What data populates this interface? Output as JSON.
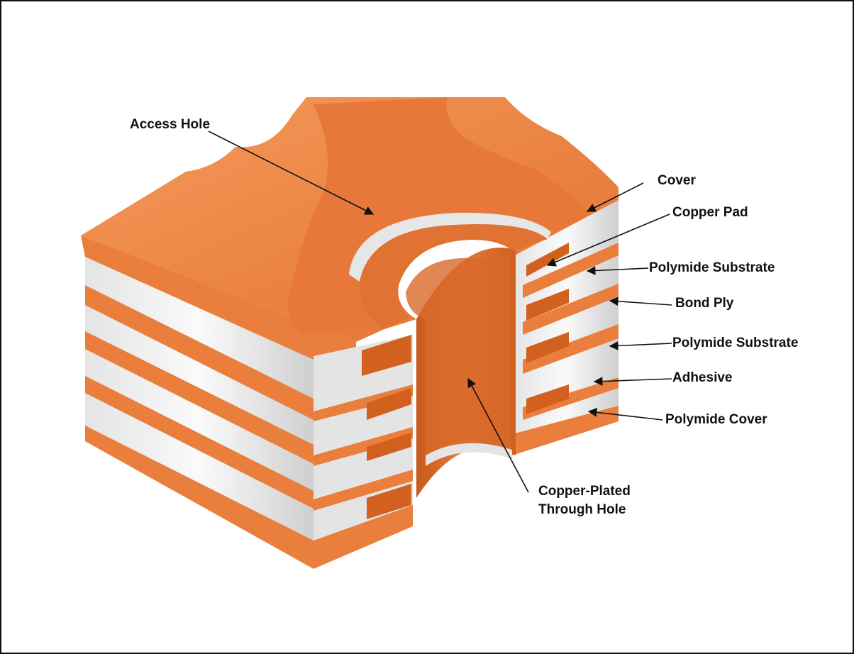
{
  "colors": {
    "copper": "#e97e3d",
    "copper_dark": "#d2601f",
    "copper_light": "#f49a5a",
    "insulation": "#dcdcdc",
    "insulation_light": "#f4f4f4",
    "outline": "#111111"
  },
  "labels": {
    "access_hole": "Access Hole",
    "cover": "Cover",
    "copper_pad": "Copper Pad",
    "polymide_substrate_top": "Polymide Substrate",
    "bond_ply": "Bond Ply",
    "polymide_substrate_bottom": "Polymide Substrate",
    "adhesive": "Adhesive",
    "polymide_cover": "Polymide Cover",
    "copper_plated_line1": "Copper-Plated",
    "copper_plated_line2": "Through Hole"
  }
}
